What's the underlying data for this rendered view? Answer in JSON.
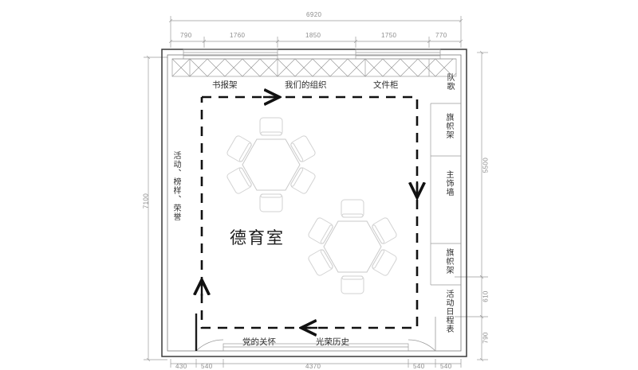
{
  "drawing": {
    "room_title": "德育室",
    "units_note": "mm"
  },
  "dimensions": {
    "top_overall": "6920",
    "top_segments": [
      "790",
      "1760",
      "1850",
      "1750",
      "770"
    ],
    "left_overall": "7100",
    "right_segments": [
      "5500",
      "610",
      "790"
    ],
    "bottom_segments": [
      "430",
      "540",
      "4370",
      "540",
      "540"
    ]
  },
  "labels": {
    "top": [
      {
        "text": "书报架"
      },
      {
        "text": "我们的组织"
      },
      {
        "text": "文件柜"
      },
      {
        "text": "队歌"
      }
    ],
    "left": [
      {
        "text": "活动、榜样、荣誉"
      }
    ],
    "right": [
      {
        "text": "旗帜架"
      },
      {
        "text": "主饰墙"
      },
      {
        "text": "旗帜架"
      },
      {
        "text": "活动日程表"
      }
    ],
    "bottom": [
      {
        "text": "党的关怀"
      },
      {
        "text": "光荣历史"
      }
    ]
  },
  "furniture": {
    "tables": [
      {
        "name": "hexagon-table-upper",
        "seats": 6
      },
      {
        "name": "hexagon-table-lower",
        "seats": 6
      }
    ]
  },
  "circulation": {
    "style": "dashed",
    "arrows": [
      "right",
      "down",
      "left",
      "up"
    ]
  },
  "colors": {
    "wall": "#3a3a3a",
    "thin_line": "#9a9a9a",
    "furniture": "#cfcfcf",
    "dimension": "#9a9a9a",
    "path": "#111111",
    "text": "#2e2e2e"
  }
}
